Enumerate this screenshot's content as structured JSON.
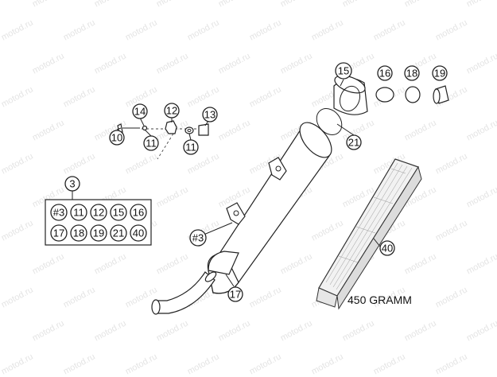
{
  "watermark": "motod.ru",
  "callouts": {
    "c3": "3",
    "c10": "10",
    "c11a": "11",
    "c11b": "11",
    "c12": "12",
    "c13": "13",
    "c14": "14",
    "c15": "15",
    "c16": "16",
    "c17": "17",
    "c18": "18",
    "c19": "19",
    "c21": "21",
    "c40": "40",
    "c3muffler": "#3"
  },
  "kit_table": {
    "row1": [
      "#3",
      "11",
      "12",
      "15",
      "16"
    ],
    "row2": [
      "17",
      "18",
      "19",
      "21",
      "40"
    ]
  },
  "packing_note": "450 GRAMM"
}
